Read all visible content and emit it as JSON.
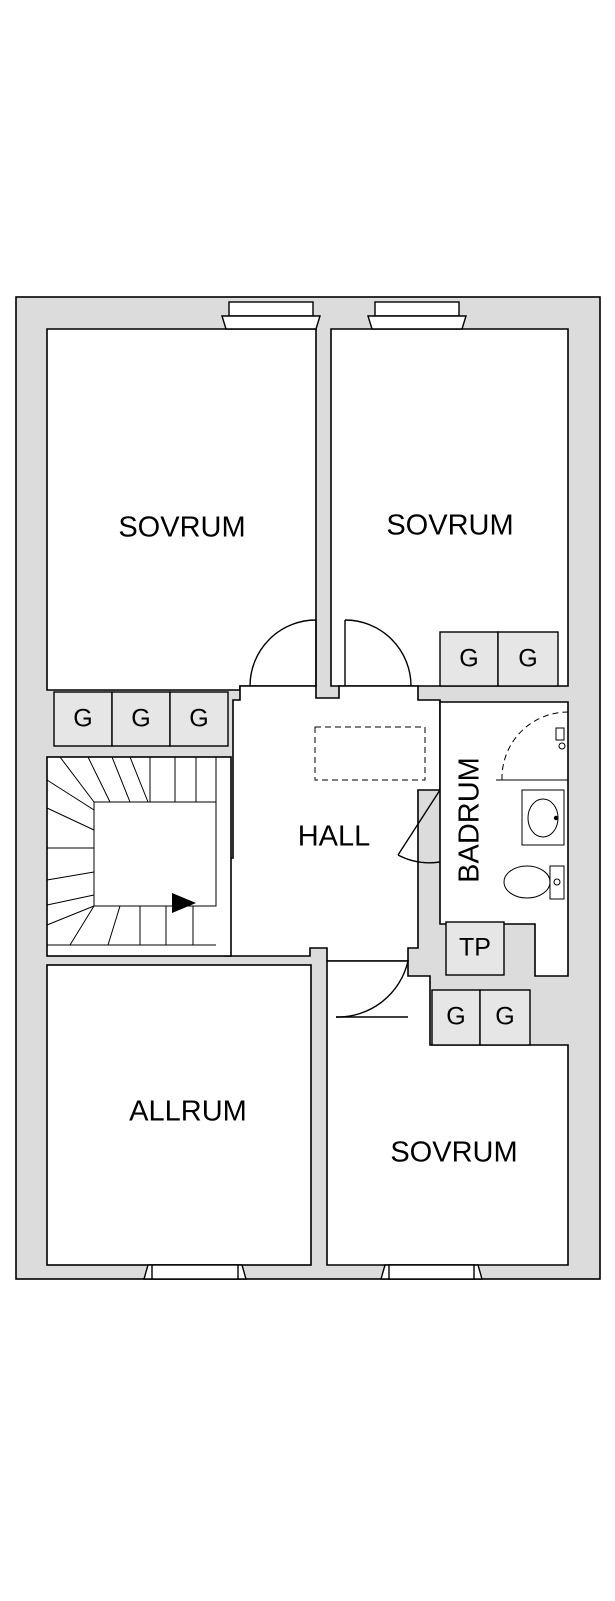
{
  "rooms": {
    "bedroom_top_left": "SOVRUM",
    "bedroom_top_right": "SOVRUM",
    "bedroom_bottom_right": "SOVRUM",
    "family_room": "ALLRUM",
    "hall": "HALL",
    "bathroom": "BADRUM"
  },
  "cabinets": {
    "wardrobe_label": "G",
    "linen_label": "TP"
  }
}
